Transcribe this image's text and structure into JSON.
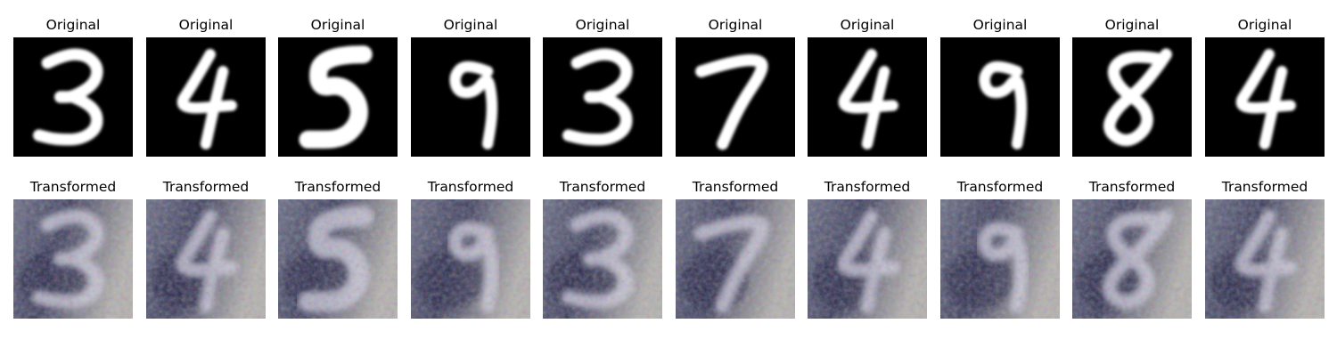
{
  "rows": [
    {
      "title": "Original",
      "style": "mnist",
      "digits": [
        "3",
        "4",
        "5",
        "9",
        "3",
        "7",
        "4",
        "9",
        "8",
        "4"
      ]
    },
    {
      "title": "Transformed",
      "style": "svhn-like",
      "digits": [
        "3",
        "4",
        "5",
        "9",
        "3",
        "7",
        "4",
        "9",
        "8",
        "4"
      ]
    }
  ],
  "colors": {
    "mnist_background": "#000000",
    "mnist_stroke": "#ffffff",
    "transformed_stroke": "#d8d6e4",
    "transformed_dark": "#1c1e3c",
    "transformed_light": "#b8b6b0"
  }
}
